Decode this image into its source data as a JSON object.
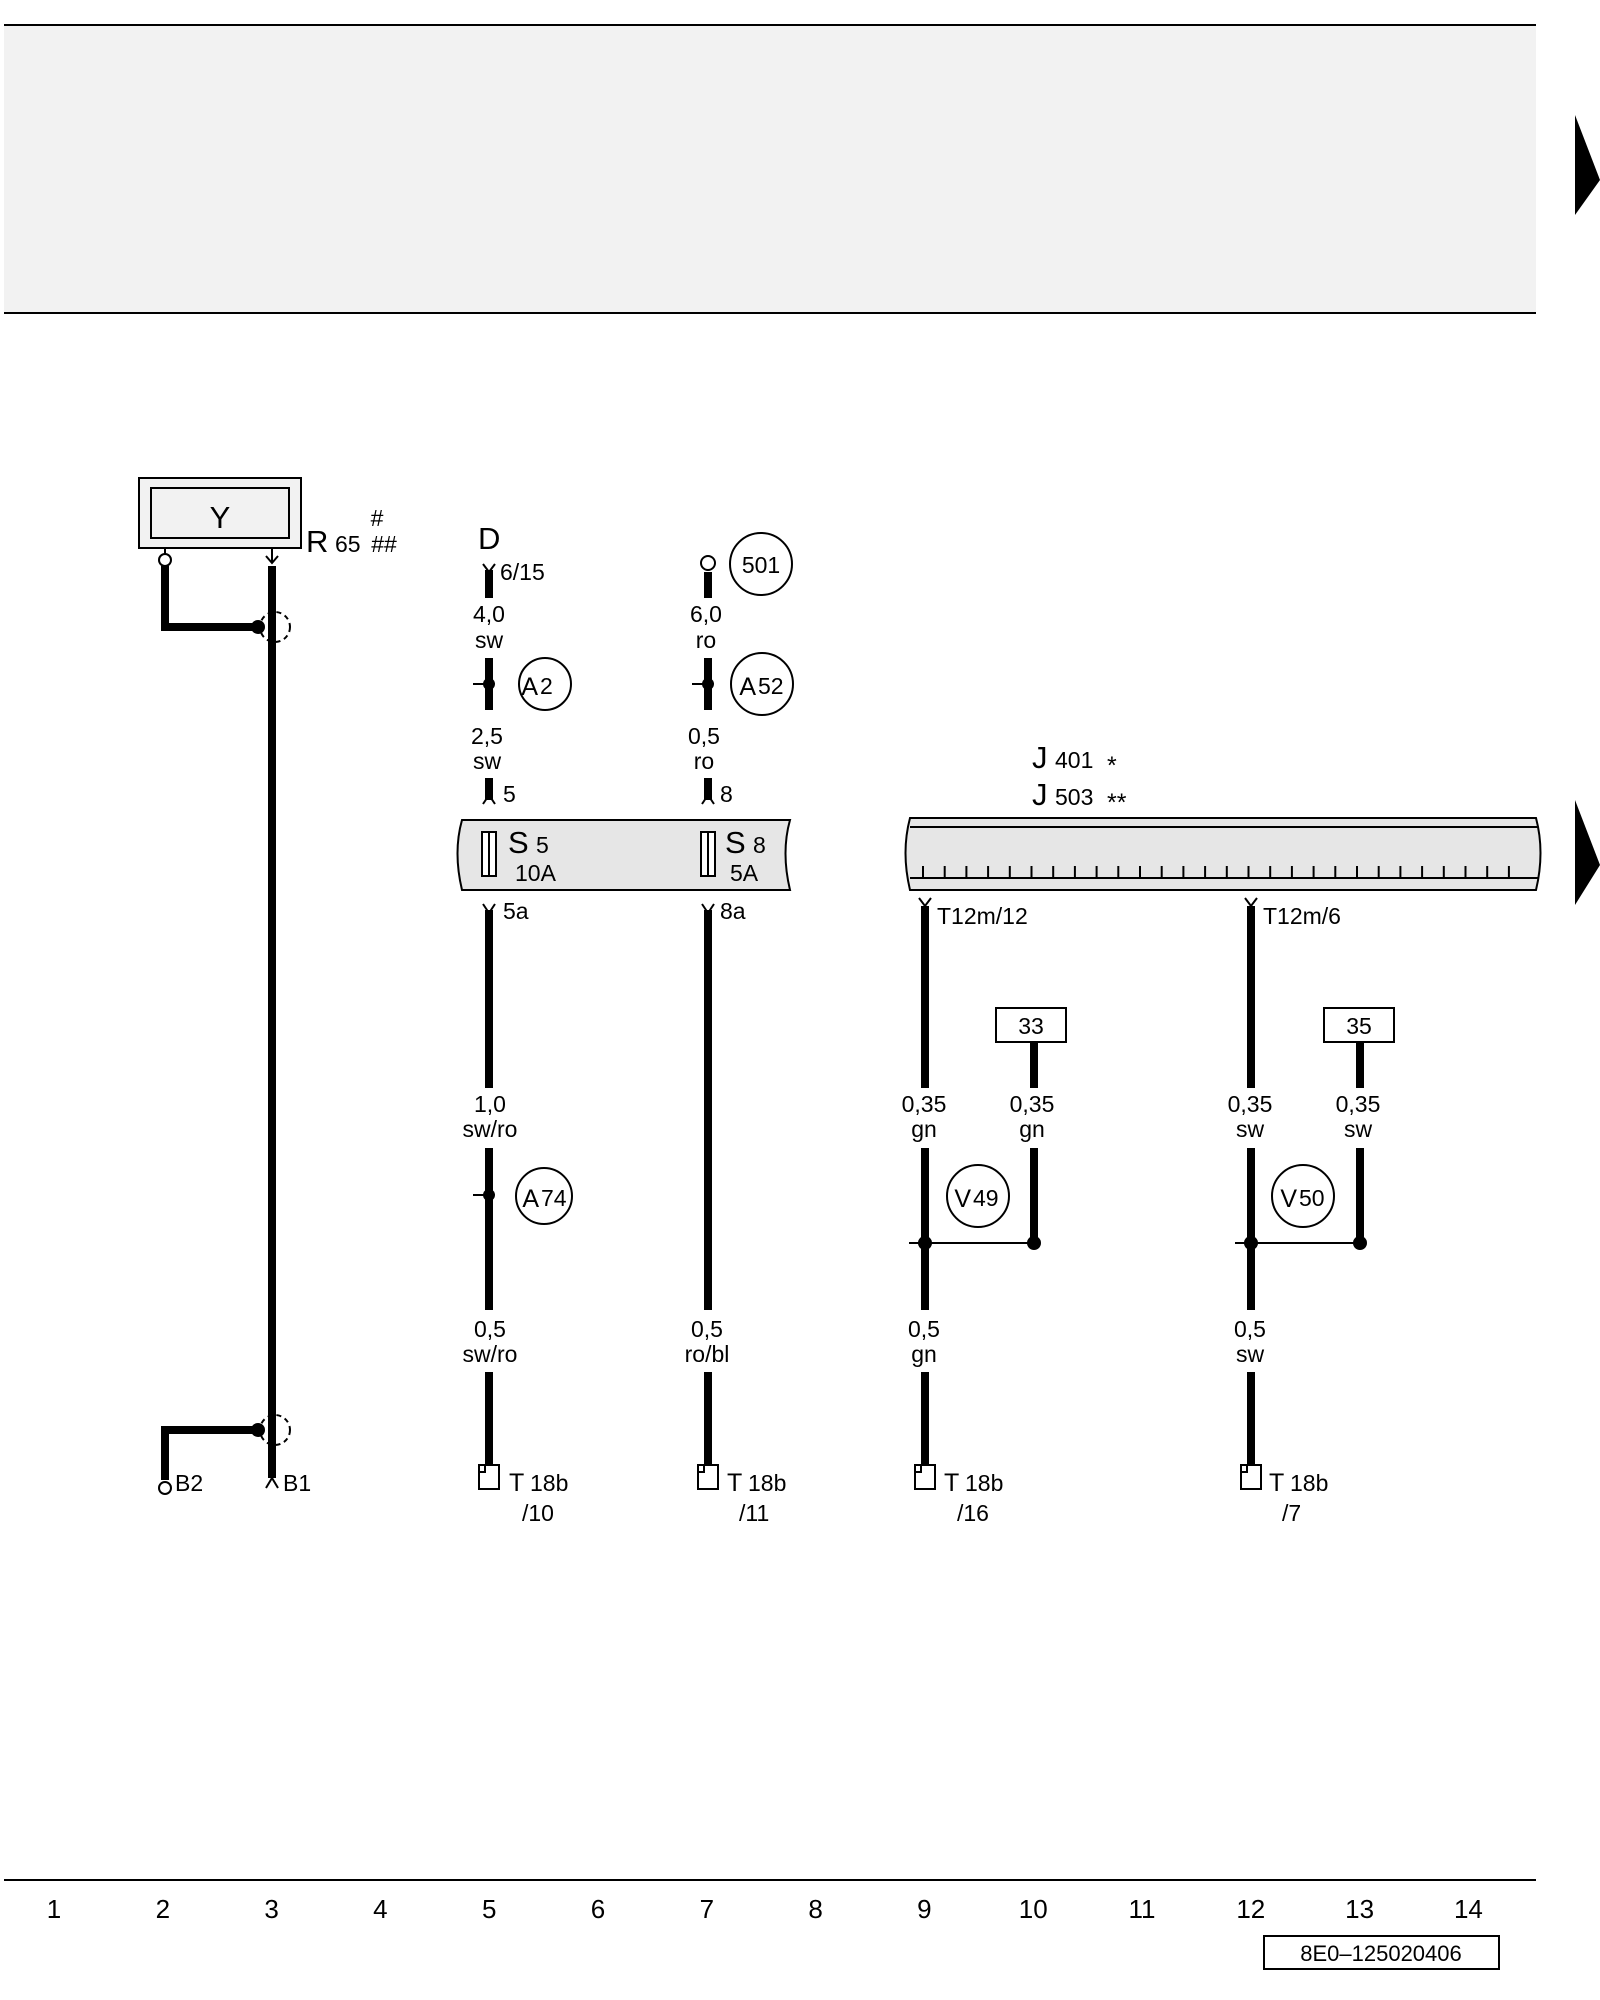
{
  "header": {
    "fill_color": "#f2f2f2"
  },
  "page_arrows": [
    "right-arrow",
    "right-arrow"
  ],
  "components": {
    "sensor": {
      "id": "R",
      "num": "65",
      "mark1": "#",
      "mark2": "##",
      "symbol": "Y",
      "pin_left": "B2",
      "pin_right": "B1"
    },
    "relay_top": {
      "id": "D",
      "pin": "6/15"
    },
    "node_501": {
      "label": "501"
    },
    "fusebox": {
      "fuses": [
        {
          "id": "S",
          "num": "5",
          "rating": "10A",
          "in_pin": "5",
          "out_pin": "5a"
        },
        {
          "id": "S",
          "num": "8",
          "rating": "5A",
          "in_pin": "8",
          "out_pin": "8a"
        }
      ]
    },
    "control_unit": {
      "line1_id": "J",
      "line1_num": "401",
      "line1_mark": "*",
      "line2_id": "J",
      "line2_num": "503",
      "line2_mark": "**",
      "pin_a": "T12m/12",
      "pin_b": "T12m/6"
    },
    "refs": [
      {
        "id": "A",
        "num": "2"
      },
      {
        "id": "A",
        "num": "52"
      },
      {
        "id": "A",
        "num": "74"
      },
      {
        "id": "V",
        "num": "49"
      },
      {
        "id": "V",
        "num": "50"
      }
    ],
    "boxes": [
      "33",
      "35"
    ]
  },
  "wires": [
    {
      "size": "4,0",
      "color": "sw"
    },
    {
      "size": "6,0",
      "color": "ro"
    },
    {
      "size": "2,5",
      "color": "sw"
    },
    {
      "size": "0,5",
      "color": "ro"
    },
    {
      "size": "1,0",
      "color": "sw/ro"
    },
    {
      "size": "0,35",
      "color": "gn"
    },
    {
      "size": "0,35",
      "color": "gn"
    },
    {
      "size": "0,35",
      "color": "sw"
    },
    {
      "size": "0,35",
      "color": "sw"
    },
    {
      "size": "0,5",
      "color": "sw/ro"
    },
    {
      "size": "0,5",
      "color": "ro/bl"
    },
    {
      "size": "0,5",
      "color": "gn"
    },
    {
      "size": "0,5",
      "color": "sw"
    }
  ],
  "connectors": [
    {
      "id": "T",
      "size": "18b",
      "pin": "/10"
    },
    {
      "id": "T",
      "size": "18b",
      "pin": "/11"
    },
    {
      "id": "T",
      "size": "18b",
      "pin": "/16"
    },
    {
      "id": "T",
      "size": "18b",
      "pin": "/7"
    }
  ],
  "columns": [
    "1",
    "2",
    "3",
    "4",
    "5",
    "6",
    "7",
    "8",
    "9",
    "10",
    "11",
    "12",
    "13",
    "14"
  ],
  "diagram_code": "8E0–125020406"
}
